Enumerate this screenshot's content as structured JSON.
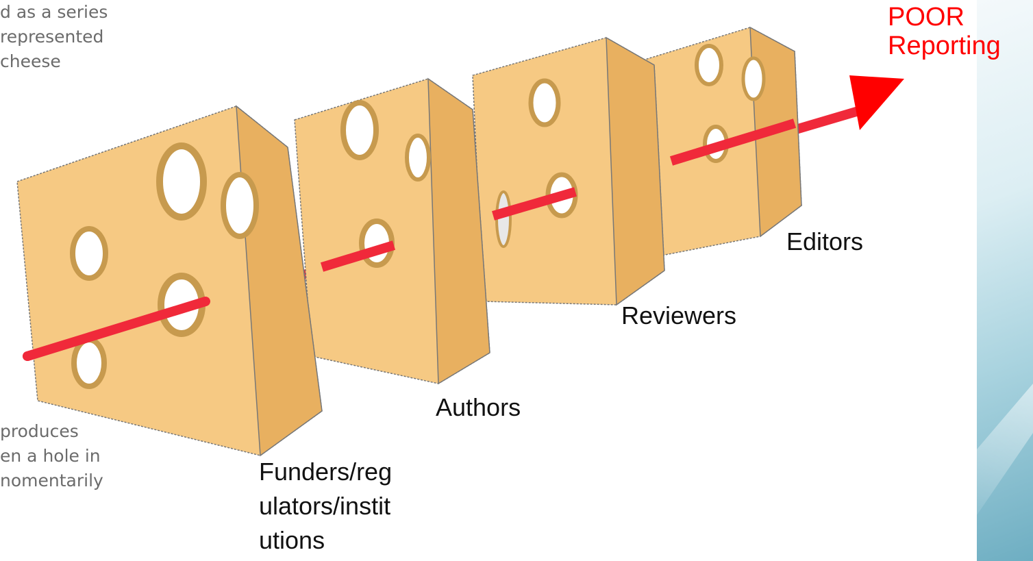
{
  "intro_text": "d as a series\nrepresented\ncheese",
  "outro_text": "produces\nen a hole in\nnomentarily",
  "labels": {
    "editors": "Editors",
    "reviewers": "Reviewers",
    "authors": "Authors",
    "funders": "Funders/reg\nulators/instit\nutions",
    "poor": "POOR\nReporting"
  },
  "colors": {
    "cheese_face": "#f6c983",
    "cheese_side": "#e8b060",
    "arrow": "#f0293a",
    "arrowhead": "#ff0000",
    "hole": "#ffffff",
    "poor_text": "#ff0000"
  }
}
